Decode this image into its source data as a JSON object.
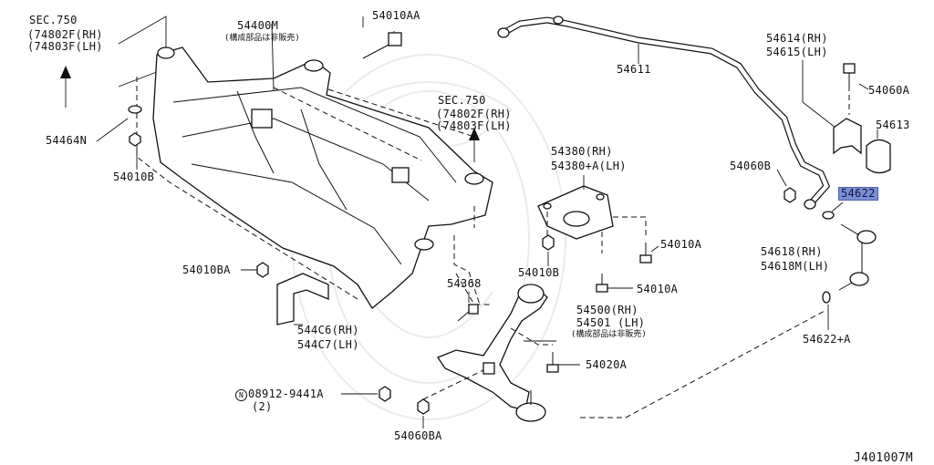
{
  "diagram": {
    "drawing_code": "J401007M",
    "labels": {
      "sec750_left": "SEC.750",
      "sec750_left_rh": "(74802F(RH)",
      "sec750_left_lh": "(74803F(LH)",
      "p54400m": "54400M",
      "p54400m_note": "(構成部品は非販売)",
      "p54010aa": "54010AA",
      "p54464n": "54464N",
      "p54010b_top": "54010B",
      "p54611": "54611",
      "p54614": "54614(RH)",
      "p54615": "54615(LH)",
      "p54060a": "54060A",
      "p54613": "54613",
      "p54060b": "54060B",
      "p54622": "54622",
      "sec750_right": "SEC.750",
      "sec750_right_rh": "(74802F(RH)",
      "sec750_right_lh": "(74803F(LH)",
      "p54380": "54380(RH)",
      "p54380a": "54380+A(LH)",
      "p54010a_1": "54010A",
      "p54010b_mid": "54010B",
      "p54010a_2": "54010A",
      "p54618": "54618(RH)",
      "p54618m": "54618M(LH)",
      "p54010ba": "54010BA",
      "p54368": "54368",
      "p54500": "54500(RH)",
      "p54501": "54501 (LH)",
      "p54501_note": "(構成部品は非販売)",
      "p544c6": "544C6(RH)",
      "p544c7": "544C7(LH)",
      "p54020a": "54020A",
      "p54622a": "54622+A",
      "p08912": "08912-9441A",
      "p08912_qty": "(2)",
      "p54060ba": "54060BA"
    },
    "highlighted_part": "54622",
    "highlight_color": "#7b8fd6"
  }
}
